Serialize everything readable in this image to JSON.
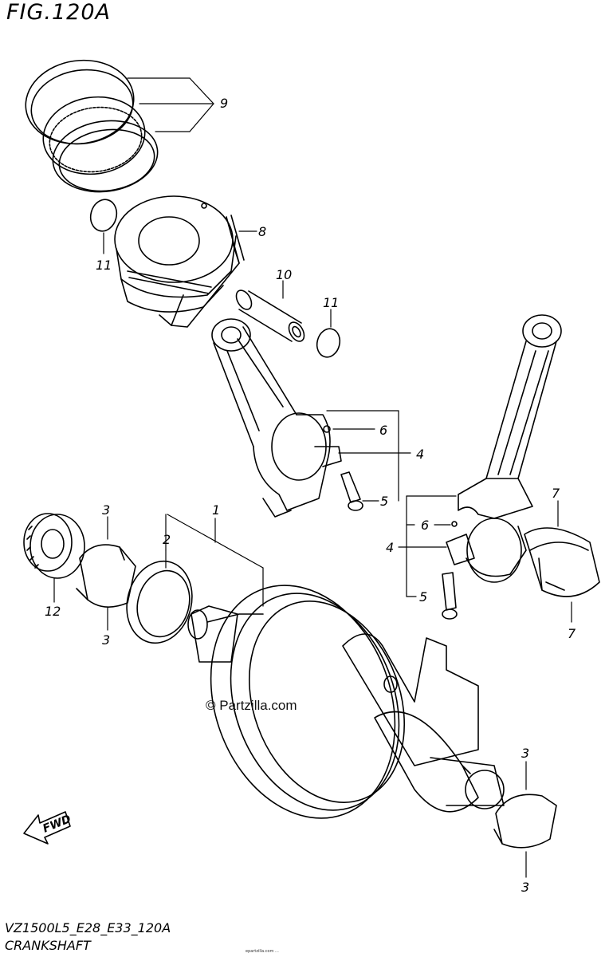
{
  "header": {
    "figure_title": "FIG.120A"
  },
  "footer": {
    "model_code": "VZ1500L5_E28_E33_120A",
    "group_name": "CRANKSHAFT",
    "fine_print": "epartzilla.com ...",
    "watermark": "© Partzilla.com"
  },
  "direction_arrow": {
    "label": "FWD"
  },
  "callouts": [
    {
      "id": "c9",
      "label": "9"
    },
    {
      "id": "c8",
      "label": "8"
    },
    {
      "id": "c11a",
      "label": "11"
    },
    {
      "id": "c10",
      "label": "10"
    },
    {
      "id": "c11b",
      "label": "11"
    },
    {
      "id": "c6a",
      "label": "6"
    },
    {
      "id": "c4a",
      "label": "4"
    },
    {
      "id": "c5a",
      "label": "5"
    },
    {
      "id": "c7a",
      "label": "7"
    },
    {
      "id": "c6b",
      "label": "6"
    },
    {
      "id": "c4b",
      "label": "4"
    },
    {
      "id": "c5b",
      "label": "5"
    },
    {
      "id": "c7b",
      "label": "7"
    },
    {
      "id": "c1",
      "label": "1"
    },
    {
      "id": "c2",
      "label": "2"
    },
    {
      "id": "c3a",
      "label": "3"
    },
    {
      "id": "c3b",
      "label": "3"
    },
    {
      "id": "c12",
      "label": "12"
    },
    {
      "id": "c3c",
      "label": "3"
    },
    {
      "id": "c3d",
      "label": "3"
    }
  ]
}
